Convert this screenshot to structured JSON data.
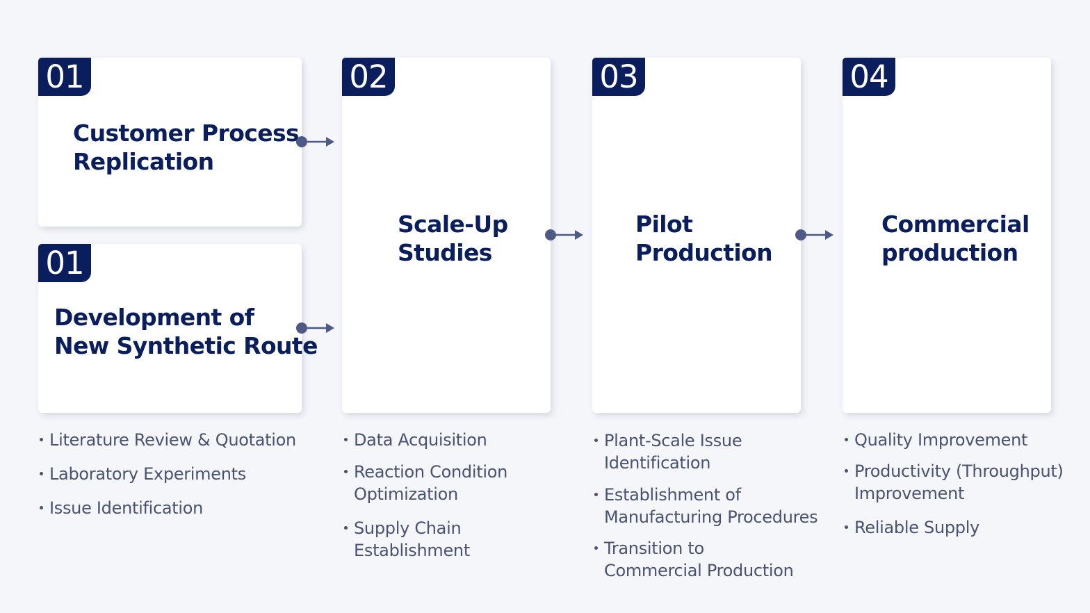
{
  "colors": {
    "navy": "#0a1e5e",
    "text_gray": "#4a5270",
    "arrow": "#4e5a86",
    "card": "#ffffff",
    "background": "#f4f6fa"
  },
  "steps": [
    {
      "number": "01",
      "title": [
        "Customer Process",
        "Replication"
      ]
    },
    {
      "number": "01",
      "title": [
        "Development of",
        "New Synthetic Route"
      ]
    },
    {
      "number": "02",
      "title": [
        "Scale-Up",
        "Studies"
      ]
    },
    {
      "number": "03",
      "title": [
        "Pilot",
        "Production"
      ]
    },
    {
      "number": "04",
      "title": [
        "Commercial",
        "production"
      ]
    }
  ],
  "bullets": [
    [
      [
        "Literature Review & Quotation"
      ],
      [
        "Laboratory Experiments"
      ],
      [
        "Issue Identification"
      ]
    ],
    [
      [
        "Data Acquisition"
      ],
      [
        "Reaction Condition",
        "Optimization"
      ],
      [
        "Supply Chain Establishment"
      ]
    ],
    [
      [
        "Plant-Scale Issue",
        "Identification"
      ],
      [
        "Establishment of",
        "Manufacturing Procedures"
      ],
      [
        "Transition to",
        "Commercial Production"
      ]
    ],
    [
      [
        "Quality Improvement"
      ],
      [
        "Productivity (Throughput)",
        "Improvement"
      ],
      [
        "Reliable Supply"
      ]
    ]
  ],
  "connector_icon": "arrow-right-icon"
}
